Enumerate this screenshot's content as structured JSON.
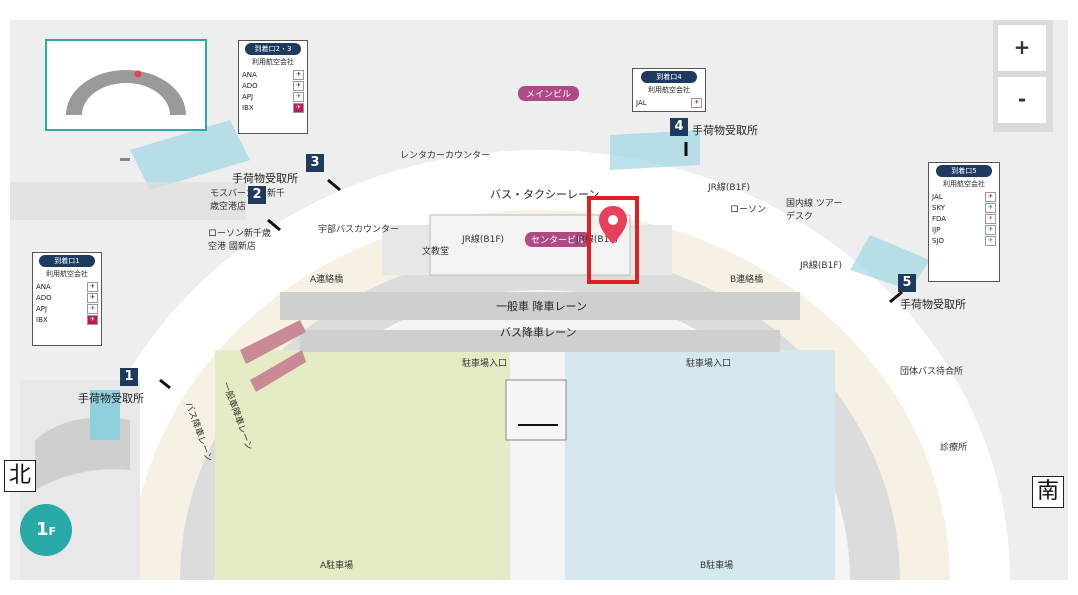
{
  "map": {
    "floor_label": "1",
    "floor_suffix": "F",
    "north_label": "北",
    "south_label": "南",
    "main_building": "メインビル",
    "center_building": "センタービル",
    "bus_taxi_lane": "バス・タクシーレーン",
    "general_car_lane": "一般車 降車レーン",
    "bus_lane": "バス降車レーン",
    "parking_a": "A駐車場",
    "parking_b": "B駐車場",
    "parking_entrance_left": "駐車場入口",
    "parking_entrance_right": "駐車場入口",
    "crossing_a": "A連絡橋",
    "crossing_b": "B連絡橋",
    "rental_car": "レンタカーカウンター",
    "bus_counter": "宇部バスカウンター",
    "baggage_claim_1": "手荷物受取所",
    "baggage_claim_2": "手荷物受取所",
    "baggage_claim_4": "手荷物受取所",
    "baggage_claim_5": "手荷物受取所",
    "mos": "モスバーガー 新千歳空港店",
    "lawson_left": "ローソン新千歳空港 國新店",
    "lawson_right": "ローソン",
    "tour_desk": "国内線 ツアーデスク",
    "jr_left": "JR線(B1F)",
    "jr_center": "JR線(B1F)",
    "jr_right": "JR線(B1F)",
    "jr_top": "JR線(B1F)",
    "bunkyodo": "文教堂",
    "tourist_bus": "団体バス待合所",
    "clinic": "診療所",
    "bus_lane_vert": "バス降車レーン",
    "car_lane_vert": "一般車降車レーン"
  },
  "gates": [
    {
      "num": "1",
      "title": "到着口1",
      "sub": "利用航空会社",
      "airlines": [
        "ANA",
        "ADO",
        "APJ",
        "IBX"
      ]
    },
    {
      "num": "2",
      "title": "到着口2・3",
      "sub": "利用航空会社",
      "airlines": [
        "ANA",
        "ADO",
        "APJ",
        "IBX"
      ]
    },
    {
      "num": "3",
      "title": "",
      "sub": "",
      "airlines": []
    },
    {
      "num": "4",
      "title": "到着口4",
      "sub": "利用航空会社",
      "airlines": [
        "JAL"
      ]
    },
    {
      "num": "5",
      "title": "到着口5",
      "sub": "利用航空会社",
      "airlines": [
        "JAL",
        "SKY",
        "FDA",
        "IJP",
        "SJO"
      ]
    }
  ],
  "zoom": {
    "plus": "+",
    "minus": "-"
  },
  "colors": {
    "accent": "#2aa9a9",
    "marker": "#e02020",
    "pin": "#e8405a",
    "gate": "#1f3a5f"
  }
}
